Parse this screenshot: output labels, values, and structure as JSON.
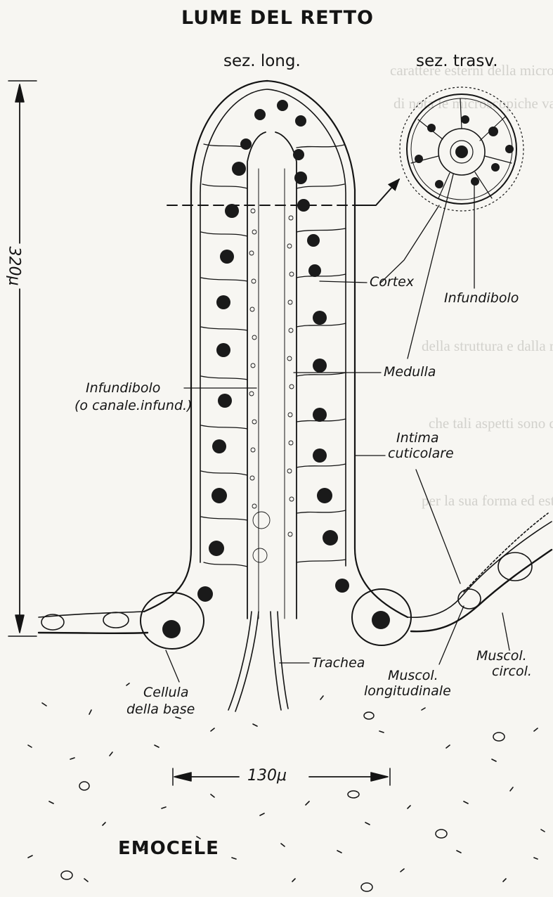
{
  "title": "LUME DEL RETTO",
  "bottom_title": "EMOCELE",
  "sections": {
    "longitudinal": "sez. long.",
    "transverse": "sez. trasv."
  },
  "dimensions": {
    "height": "320μ",
    "width": "130μ"
  },
  "labels": {
    "cortex": "Cortex",
    "infundibolo_trasv": "Infundibolo",
    "medulla": "Medulla",
    "infundibolo_long_1": "Infundibolo",
    "infundibolo_long_2": "(o canale.infund.)",
    "intima_1": "Intima",
    "intima_2": "cuticolare",
    "trachea": "Trachea",
    "cellula_1": "Cellula",
    "cellula_2": "della base",
    "muscol_long_1": "Muscol.",
    "muscol_long_2": "longitudinale",
    "muscol_circ_1": "Muscol.",
    "muscol_circ_2": "circol."
  },
  "bleed_through_text": [
    "carattere esterni della microvascolarità delle",
    "di nota le microscopiche variabili",
    "della struttura e dalla rettale, l'ale",
    "che tali aspetti sono degli",
    "per la sua forma ed estensione"
  ],
  "colors": {
    "ink": "#141414",
    "paper": "#f7f6f2"
  }
}
